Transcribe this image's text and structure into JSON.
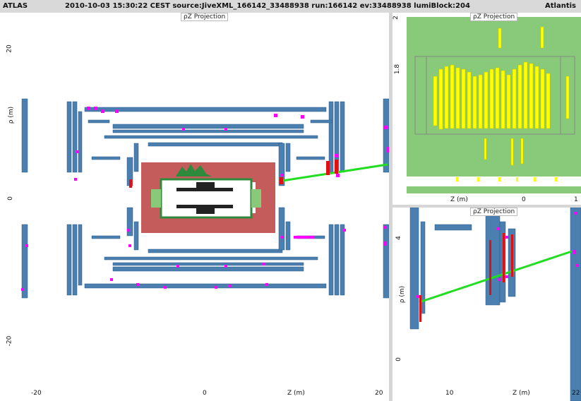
{
  "header": {
    "brand": "ATLAS",
    "event_info": "2010-10-03 15:30:22 CEST source:JiveXML_166142_33488938 run:166142 ev:33488938 lumiBlock:204",
    "app": "Atlantis"
  },
  "main_view": {
    "title": "ρZ Projection",
    "y_axis_label": "ρ (m)",
    "x_axis_label": "Z (m)",
    "y_ticks": [
      "20",
      "0",
      "-20"
    ],
    "x_ticks": [
      "-20",
      "0",
      "20"
    ]
  },
  "top_right_view": {
    "title": "ρZ Projection",
    "y_tick": "1.8",
    "y_tick_top": "2",
    "x_axis_label": "Z (m)",
    "x_ticks": [
      "0",
      "1"
    ]
  },
  "bottom_right_view": {
    "title": "ρZ Projection",
    "y_axis_label": "ρ (m)",
    "x_axis_label": "Z (m)",
    "y_ticks": [
      "4",
      "0"
    ],
    "x_ticks": [
      "10",
      "22"
    ]
  },
  "colors": {
    "muon_chamber": "#4a7fb0",
    "calorimeter": "#c45c5c",
    "inner_detector": "#2e8b3e",
    "track": "#22dd22",
    "hit": "#ff00ff",
    "energy": "#ffff00",
    "field_green": "#88c97a"
  }
}
